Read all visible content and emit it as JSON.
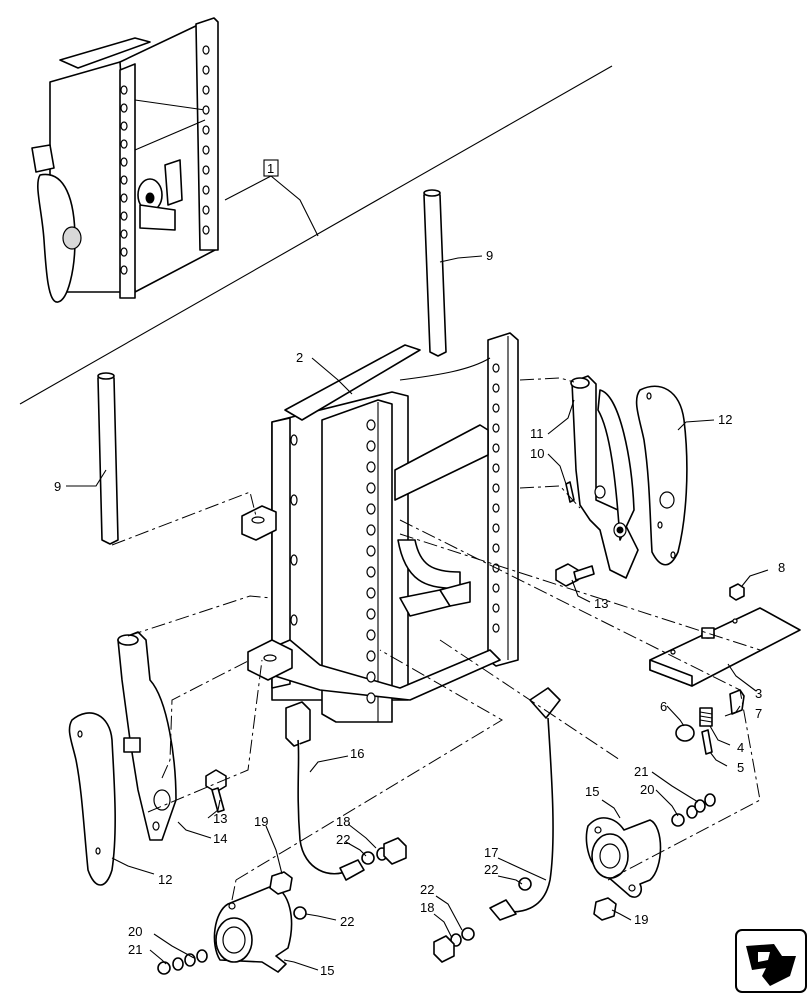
{
  "callouts": {
    "c1": "1",
    "c2": "2",
    "c3": "3",
    "c4": "4",
    "c5": "5",
    "c6": "6",
    "c7": "7",
    "c8": "8",
    "c9a": "9",
    "c9b": "9",
    "c10": "10",
    "c11": "11",
    "c12a": "12",
    "c12b": "12",
    "c13a": "13",
    "c13b": "13",
    "c14": "14",
    "c15a": "15",
    "c15b": "15",
    "c16": "16",
    "c17": "17",
    "c18a": "18",
    "c18b": "18",
    "c19a": "19",
    "c19b": "19",
    "c20a": "20",
    "c20b": "20",
    "c21a": "21",
    "c21b": "21",
    "c22a": "22",
    "c22b": "22",
    "c22c": "22"
  },
  "icons": {
    "nav": "next-page-arrow-icon"
  }
}
